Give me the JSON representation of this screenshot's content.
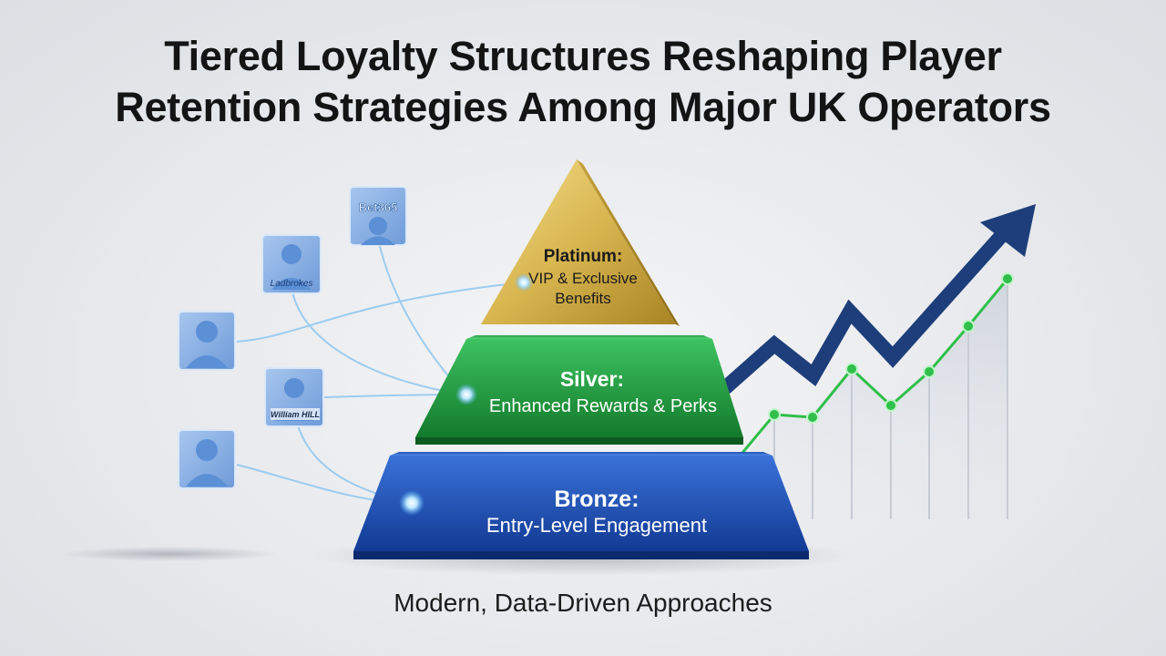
{
  "title": {
    "line1": "Tiered Loyalty Structures Reshaping Player",
    "line2": "Retention Strategies Among Major UK Operators"
  },
  "tiers": [
    {
      "name": "Platinum:",
      "description_line1": "VIP & Exclusive",
      "description_line2": "Benefits",
      "color": "#d4b24a"
    },
    {
      "name": "Silver:",
      "description": "Enhanced Rewards & Perks",
      "color": "#1f9a3a"
    },
    {
      "name": "Bronze:",
      "description": "Entry-Level Engagement",
      "color": "#1f4fb0"
    }
  ],
  "operators": [
    {
      "label": "Bet365",
      "icon": "user-icon"
    },
    {
      "label": "Ladbrokes",
      "icon": "user-icon"
    },
    {
      "label": "",
      "icon": "user-icon"
    },
    {
      "label": "William HILL",
      "icon": "user-icon"
    },
    {
      "label": "",
      "icon": "user-icon"
    }
  ],
  "growth_chart": {
    "icon": "upward-trend-arrow-icon",
    "trend_color": "#1d3e7a",
    "points_color": "#2fbf4a"
  },
  "subtitle": "Modern, Data-Driven Approaches"
}
